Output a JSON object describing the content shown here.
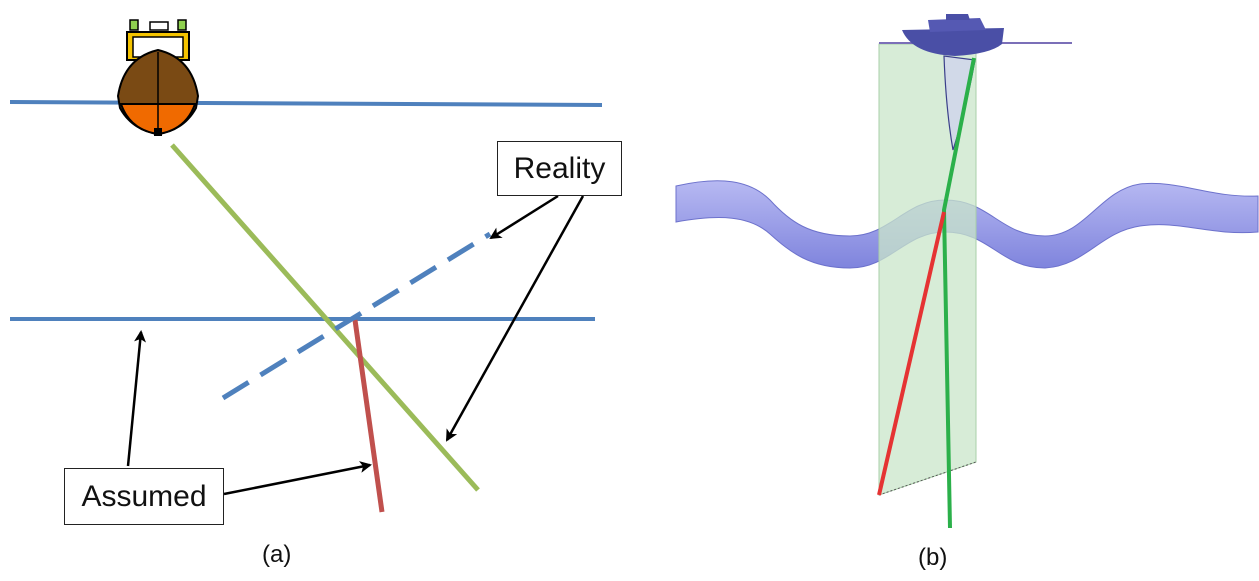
{
  "panel_a": {
    "caption": "(a)",
    "reality_label": "Reality",
    "assumed_label": "Assumed",
    "colors": {
      "layer": "#4f81bd",
      "real_ray": "#9bbb59",
      "assumed_ray": "#c0504d",
      "arrow": "#000000"
    }
  },
  "panel_b": {
    "caption": "(b)",
    "colors": {
      "surface": "#8f93e6",
      "plane": "#c9e6c9",
      "red_ray": "#e53333",
      "green_ray": "#2bb04a",
      "boat": "#4a4fa6"
    }
  }
}
